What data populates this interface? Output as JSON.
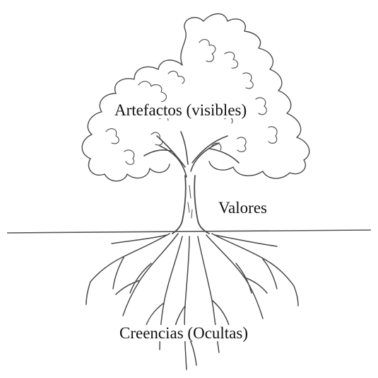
{
  "labels": {
    "top": "Artefactos (visibles)",
    "middle": "Valores",
    "bottom": "Creencias (Ocultas)"
  },
  "colors": {
    "ink": "#4a4a4a",
    "ground_line": "#555555",
    "background": "#ffffff"
  }
}
